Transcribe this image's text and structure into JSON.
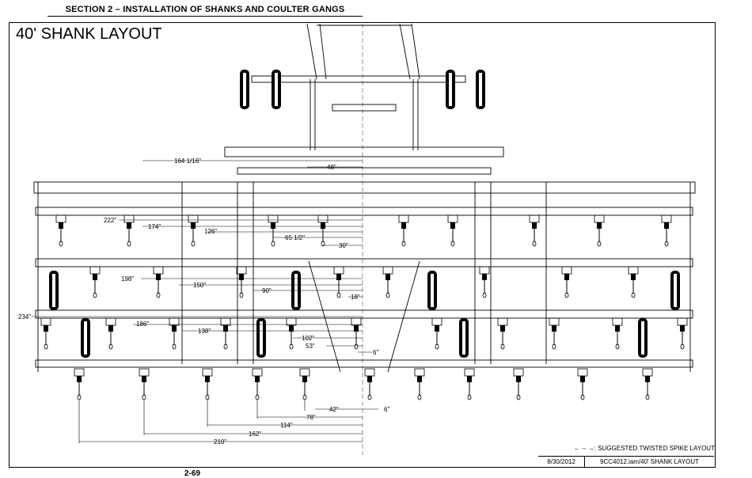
{
  "header": {
    "section": "SECTION 2 – INSTALLATION OF SHANKS AND COULTER GANGS"
  },
  "title": "40' SHANK LAYOUT",
  "dimensions": {
    "d164": "164 1/16\"",
    "d48": "48\"",
    "d222": "222\"",
    "d174": "174\"",
    "d126": "126\"",
    "d65": "65 1/2\"",
    "d30": "30\"",
    "d198": "198\"",
    "d150": "150\"",
    "d90": "90\"",
    "d18": "18\"",
    "d234": "234\"",
    "d186": "186\"",
    "d138": "138\"",
    "d102": "102\"",
    "d53": "53\"",
    "d6a": "6\"",
    "d42": "42\"",
    "d6b": "6\"",
    "d78": "78\"",
    "d114": "114\"",
    "d162": "162\"",
    "d210": "210\""
  },
  "legend": {
    "text": "← -- →: SUGGESTED TWISTED SPIKE LAYOUT"
  },
  "title_block": {
    "date": "8/30/2012",
    "file": "9CC4012.iam/40' SHANK LAYOUT"
  },
  "page_number": "2-69"
}
